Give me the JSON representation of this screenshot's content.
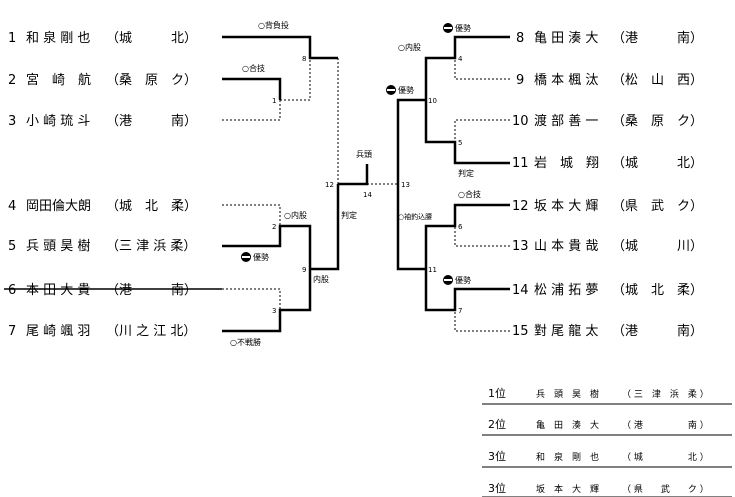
{
  "left_players": [
    {
      "num": "1",
      "name": "和 泉 剛 也",
      "school": "（城　　　北）"
    },
    {
      "num": "2",
      "name": "宮　崎　航",
      "school": "（桑　原　ク）"
    },
    {
      "num": "3",
      "name": "小 崎 琉 斗",
      "school": "（港　　　南）"
    },
    {
      "num": "4",
      "name": "岡田倫大朗",
      "school": "（城　北　柔）"
    },
    {
      "num": "5",
      "name": "兵 頭 昊 樹",
      "school": "（三 津 浜 柔）"
    },
    {
      "num": "6",
      "name": "本 田 大 貴",
      "school": "（港　　　南）"
    },
    {
      "num": "7",
      "name": "尾 崎 颯 羽",
      "school": "（川 之 江 北）"
    }
  ],
  "right_players": [
    {
      "num": "8",
      "name": "亀 田 湊 大",
      "school": "（港　　　南）"
    },
    {
      "num": "9",
      "name": "橋 本 楓 汰",
      "school": "（松　山　西）"
    },
    {
      "num": "10",
      "name": "渡 部 善 一",
      "school": "（桑　原　ク）"
    },
    {
      "num": "11",
      "name": "岩　城　翔",
      "school": "（城　　　北）"
    },
    {
      "num": "12",
      "name": "坂 本 大 輝",
      "school": "（県　武　ク）"
    },
    {
      "num": "13",
      "name": "山 本 貴 哉",
      "school": "（城　　　川）"
    },
    {
      "num": "14",
      "name": "松 浦 拓 夢",
      "school": "（城　北　柔）"
    },
    {
      "num": "15",
      "name": "對 尾 龍 太",
      "school": "（港　　　南）"
    }
  ],
  "match_numbers": {
    "m1": "1",
    "m2": "2",
    "m3": "3",
    "m4": "4",
    "m5": "5",
    "m6": "6",
    "m7": "7",
    "m8": "8",
    "m9": "9",
    "m10": "10",
    "m11": "11",
    "m12": "12",
    "m13": "13",
    "m14": "14"
  },
  "results": {
    "r_m8": "○背負投",
    "r_m1": "○合技",
    "r_m2": "○内股",
    "r_m2_win": "優勢",
    "r_m9": "内股",
    "r_m3": "○不戦勝",
    "r_m12": "判定",
    "r_final": "兵頭",
    "r_m4_win": "優勢",
    "r_m4": "○内股",
    "r_m10_win": "優勢",
    "r_m5": "判定",
    "r_m6": "○合技",
    "r_m11": "○袖釣込腰",
    "r_m7_win": "優勢"
  },
  "rankings": [
    {
      "place": "1位",
      "name": "兵　頭　昊　樹",
      "school": "（ 三　津　浜　柔 ）"
    },
    {
      "place": "2位",
      "name": "亀　田　湊　大",
      "school": "（ 港　　　　　南 ）"
    },
    {
      "place": "3位",
      "name": "和　泉　剛　也",
      "school": "（ 城　　　　　北 ）"
    },
    {
      "place": "3位",
      "name": "坂　本　大　輝",
      "school": "（ 県　　武　　ク ）"
    }
  ]
}
